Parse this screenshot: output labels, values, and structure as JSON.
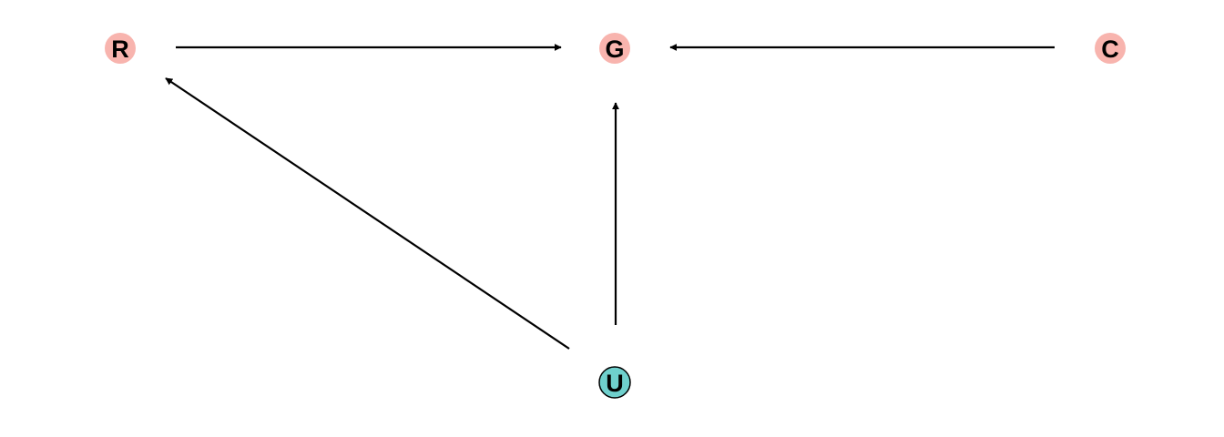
{
  "diagram": {
    "type": "dag",
    "colors": {
      "background": "#ffffff",
      "observed_node": "#f8b4ae",
      "latent_node": "#6fd0cd",
      "latent_outline": "#000000",
      "edge": "#000000"
    },
    "nodes": [
      {
        "id": "R",
        "label": "R",
        "kind": "observed"
      },
      {
        "id": "G",
        "label": "G",
        "kind": "observed"
      },
      {
        "id": "C",
        "label": "C",
        "kind": "observed"
      },
      {
        "id": "U",
        "label": "U",
        "kind": "latent"
      }
    ],
    "edges": [
      {
        "from": "R",
        "to": "G"
      },
      {
        "from": "C",
        "to": "G"
      },
      {
        "from": "U",
        "to": "G"
      },
      {
        "from": "U",
        "to": "R"
      }
    ]
  }
}
